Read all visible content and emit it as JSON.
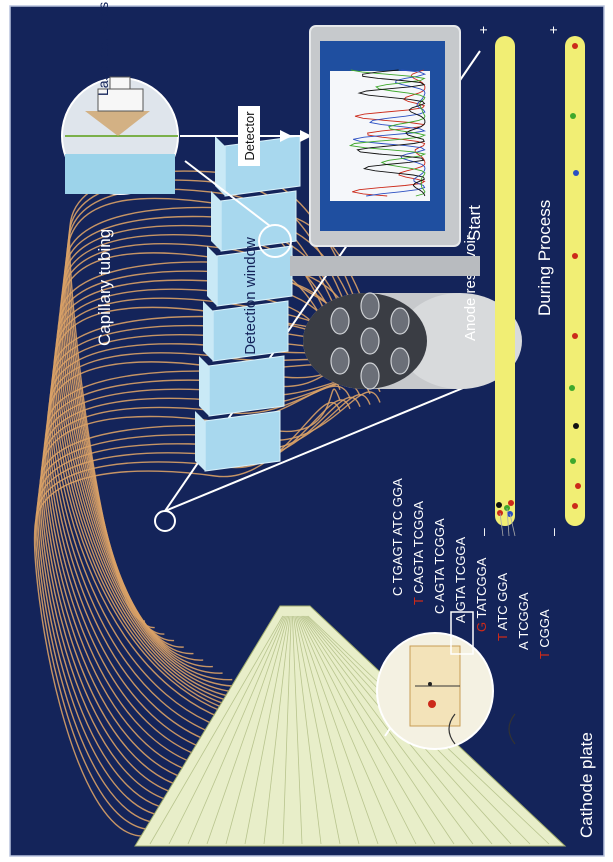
{
  "labels": {
    "laser_dyes": "Laser activates dyes",
    "detector": "Detector",
    "capillary_tubing": "Capillary tubing",
    "detection_window": "Detection window",
    "anode_reservoir": "Anode reservoir",
    "start": "Start",
    "during_process": "During Process",
    "cathode_plate": "Cathode plate",
    "plus": "+",
    "minus": "–"
  },
  "sequences": [
    {
      "prefix": "C",
      "body": "TGAGT ATC GGA"
    },
    {
      "prefix": "T",
      "body": "CAGTA TCGGA"
    },
    {
      "prefix": "C",
      "body": "AGTA TCGGA"
    },
    {
      "prefix": "A",
      "body": "GTA TCGGA"
    },
    {
      "prefix": "G",
      "body": "TATCGGA"
    },
    {
      "prefix": "T",
      "body": "ATC GGA"
    },
    {
      "prefix": "A",
      "body": "TCGGA"
    },
    {
      "prefix": "T",
      "body": "CGGA"
    }
  ],
  "colors": {
    "background": "#14245a",
    "tubing": "#d9a166",
    "window": "#a8d8ee",
    "capillary": "#f1ee74",
    "plate": "#e8eec9",
    "monitor_screen": "#1f4fa0",
    "red_prefix": "#cc2a1a"
  }
}
